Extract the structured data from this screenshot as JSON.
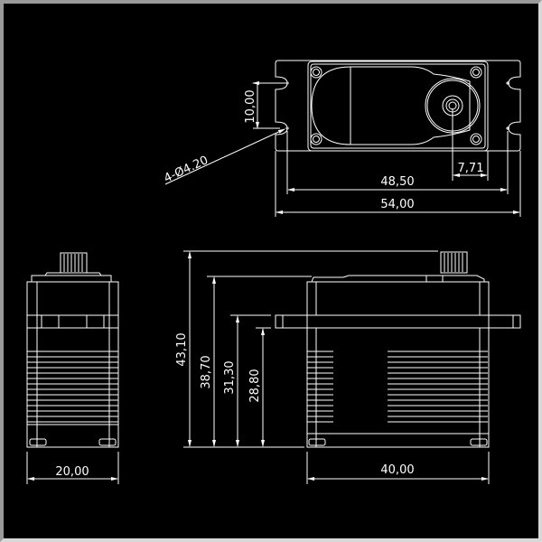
{
  "title": "Servo dimension drawing",
  "colors": {
    "background": "#000000",
    "lines": "#ffffff",
    "frame": "#b0b0b0"
  },
  "top_view": {
    "hole_spacing": "10,00",
    "hole_callout": "4-Ø4.20",
    "output_offset": "7,71",
    "hole_pitch": "48,50",
    "overall_length": "54,00"
  },
  "side_view": {
    "width": "20,00"
  },
  "front_view": {
    "overall_height": "43,10",
    "case_height": "38,70",
    "flange_top_height": "31,30",
    "flange_bottom_height": "28,80",
    "body_length": "40,00"
  }
}
